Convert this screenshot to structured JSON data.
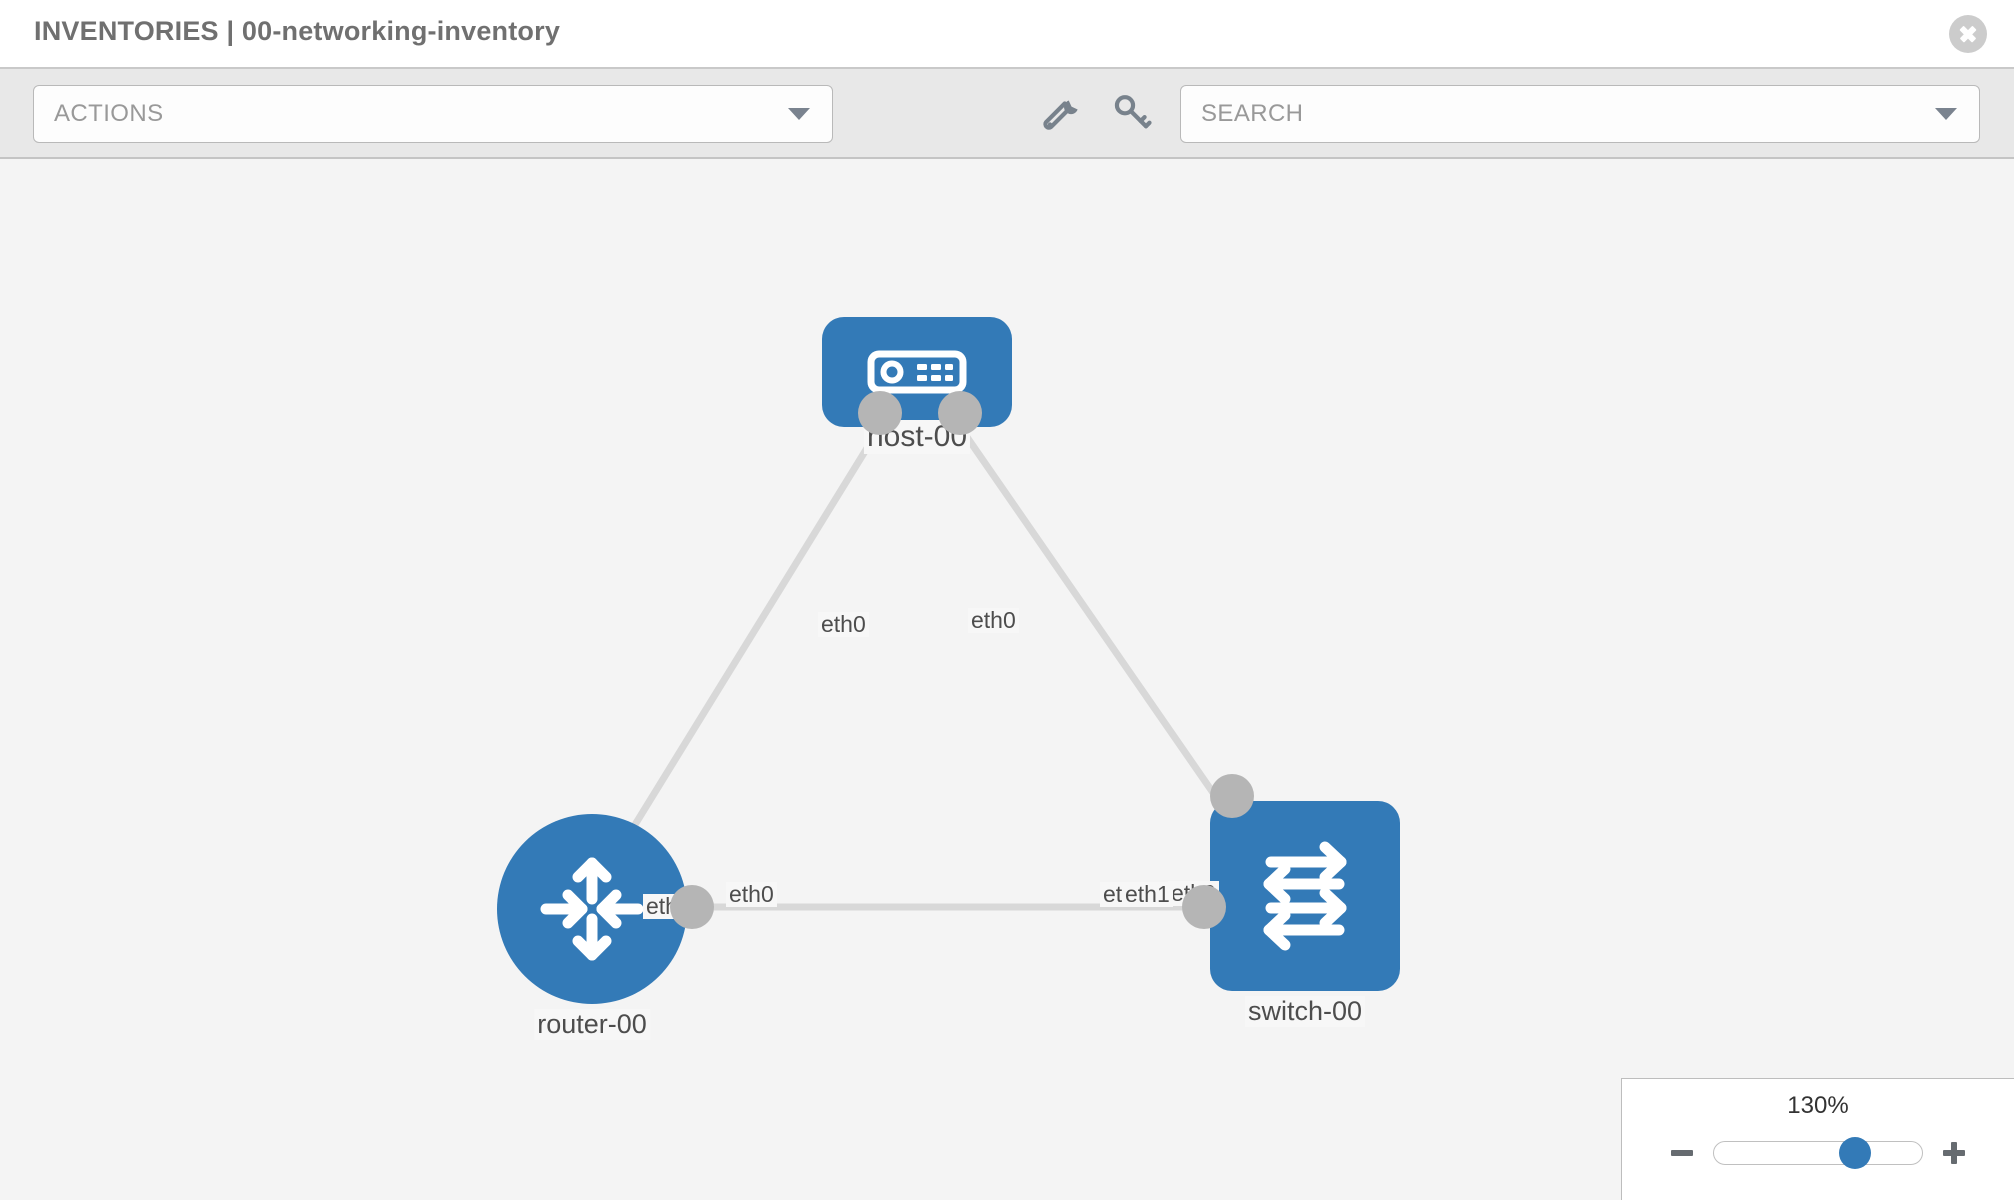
{
  "header": {
    "title": "INVENTORIES | 00-networking-inventory",
    "close_icon": "close-icon"
  },
  "toolbar": {
    "actions": {
      "label": "ACTIONS",
      "caret_icon": "chevron-down-icon"
    },
    "wrench_icon": "wrench-icon",
    "key_icon": "key-icon",
    "search": {
      "placeholder": "SEARCH",
      "value": "SEARCH",
      "caret_icon": "chevron-down-icon"
    }
  },
  "topology": {
    "accent_color": "#337ab7",
    "port_color": "#b5b5b5",
    "link_color": "#d8d8d8",
    "nodes": [
      {
        "id": "host-00",
        "label": "host-00",
        "icon": "server-icon"
      },
      {
        "id": "router-00",
        "label": "router-00",
        "icon": "router-icon"
      },
      {
        "id": "switch-00",
        "label": "switch-00",
        "icon": "switch-icon"
      }
    ],
    "link_labels": {
      "host_left": "eth0",
      "host_right": "eth0",
      "router_up": "eth0",
      "switch_up": "eth0",
      "router_right": "eth0",
      "switch_left_back": "eth0",
      "switch_left_front": "eth1"
    }
  },
  "zoom_control": {
    "value": "130%",
    "minus_icon": "minus-icon",
    "plus_icon": "plus-icon",
    "handle_percent": 68
  }
}
